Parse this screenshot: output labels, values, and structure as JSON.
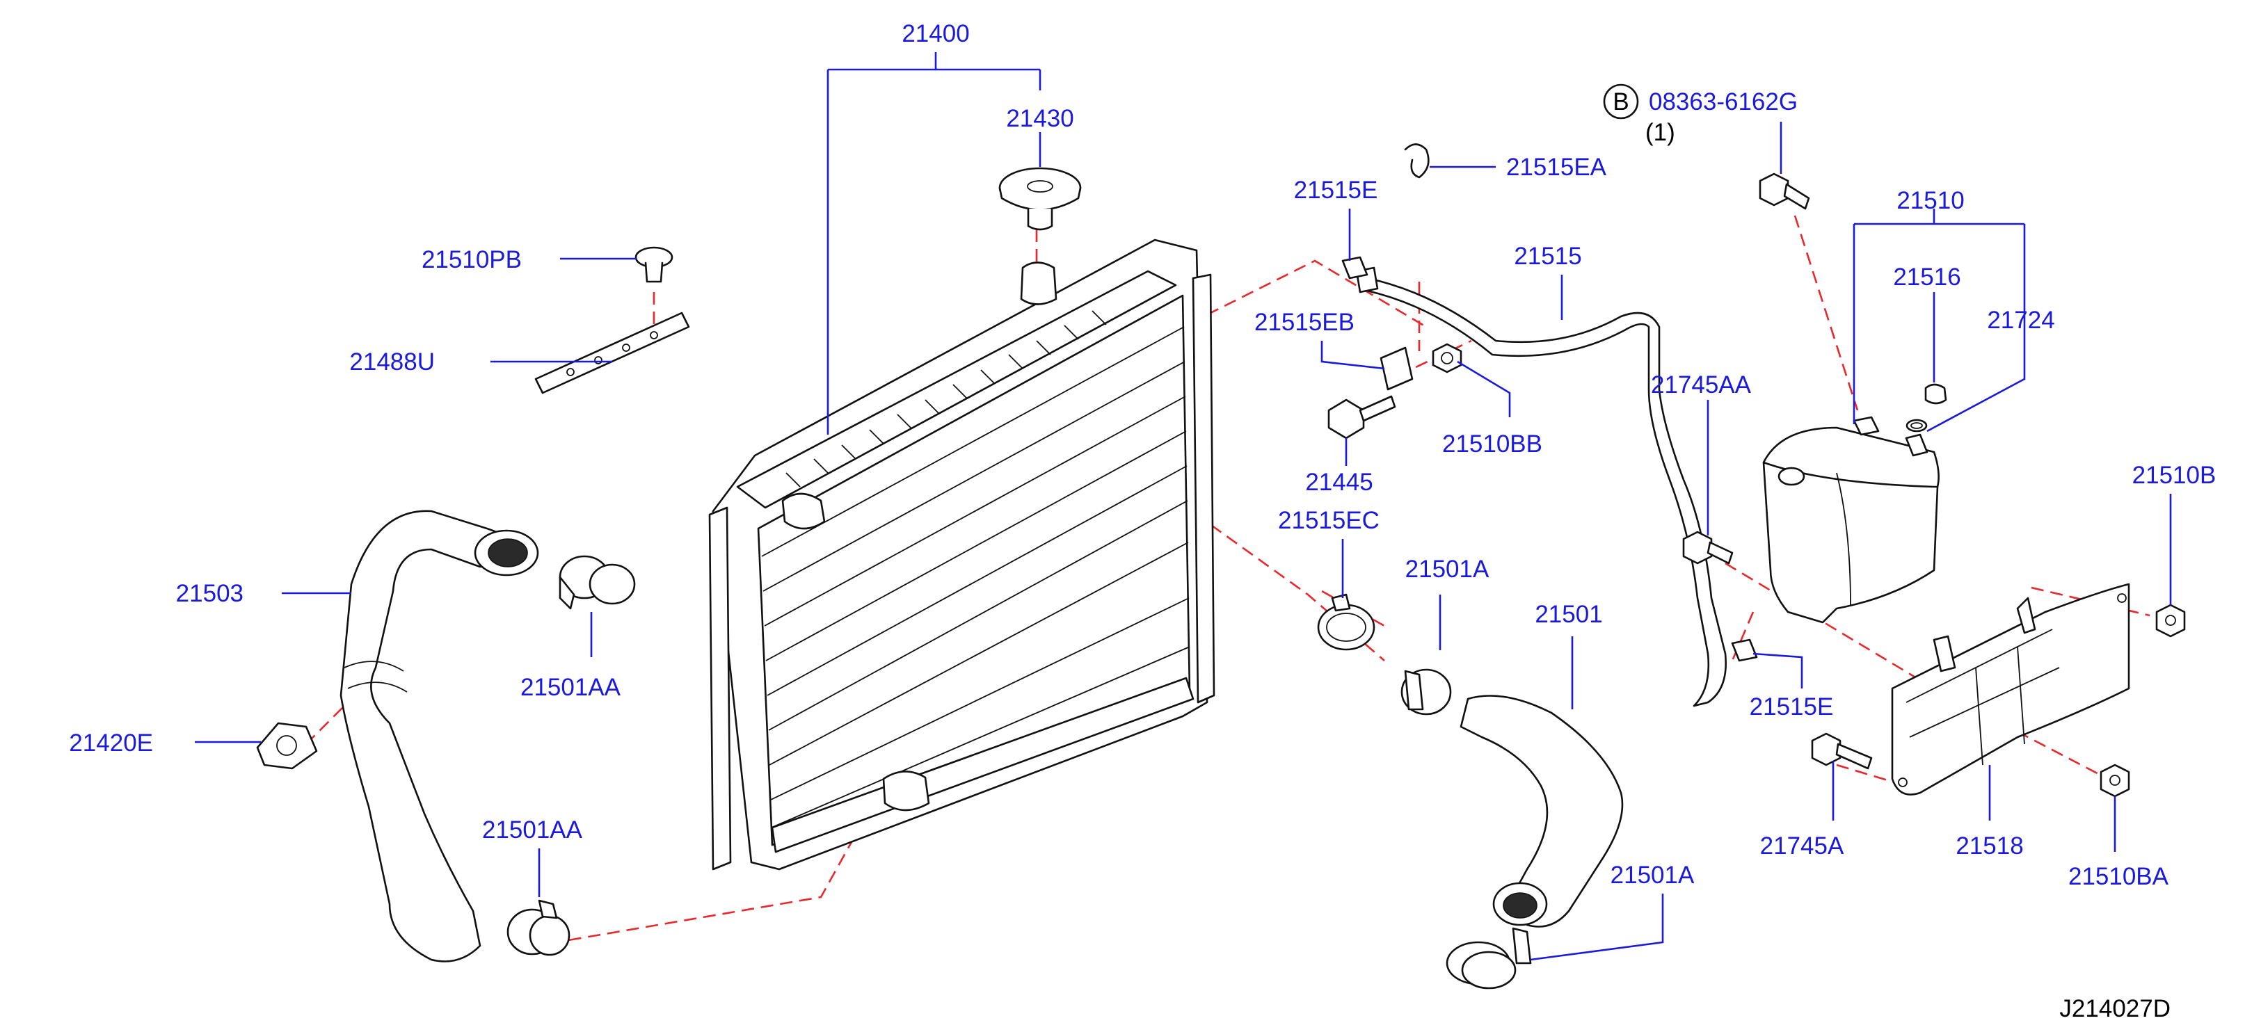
{
  "colors": {
    "label": "#1a1adc",
    "leader": "#1a1adc",
    "dashed_line": "#e8282c",
    "part_outline": "#111111",
    "background": "#ffffff"
  },
  "diagram_id": "J214027D",
  "labels": {
    "p21400": "21400",
    "p21430": "21430",
    "p21510PB": "21510PB",
    "p21488U": "21488U",
    "p21503": "21503",
    "p21420E": "21420E",
    "p21501AA_top": "21501AA",
    "p21501AA_bottom": "21501AA",
    "p21515E_top": "21515E",
    "p21515EA": "21515EA",
    "p21515": "21515",
    "p21515EB": "21515EB",
    "p21445": "21445",
    "p21510BB": "21510BB",
    "p21515EC": "21515EC",
    "p21501A_mid": "21501A",
    "p21501": "21501",
    "p21501A_bottom": "21501A",
    "p08363": "08363-6162G",
    "p08363_qty": "(1)",
    "p08363_badge": "B",
    "p21510": "21510",
    "p21516": "21516",
    "p21724": "21724",
    "p21745AA": "21745AA",
    "p21510B": "21510B",
    "p21515E_bottom": "21515E",
    "p21745A": "21745A",
    "p21518": "21518",
    "p21510BA": "21510BA"
  }
}
